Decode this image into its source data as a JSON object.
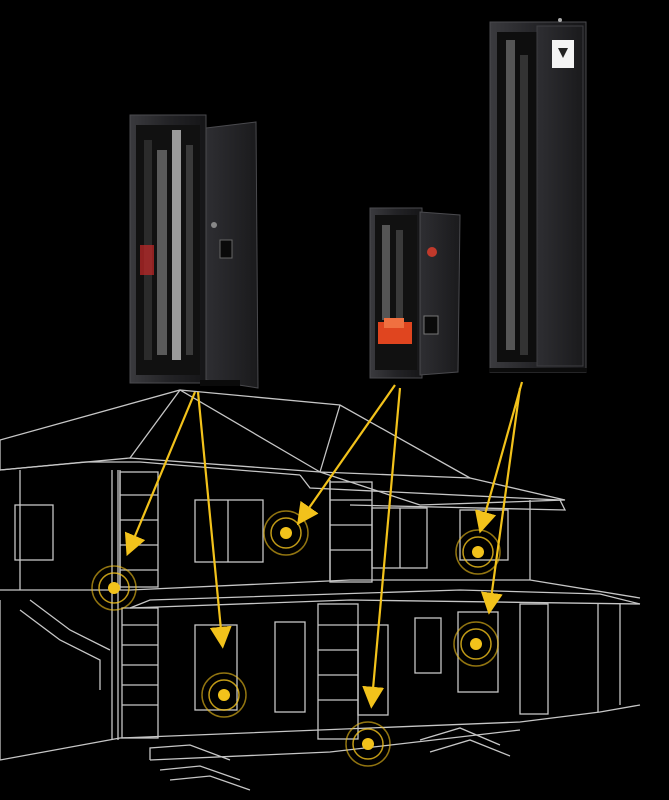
{
  "scene": {
    "subject": "gun-safes-placement-in-house",
    "colors": {
      "background": "#000000",
      "wireframe": "#e6e6e6",
      "accent": "#f2c21b",
      "safe_body": "#1c1c1e",
      "safe_door": "#2a2a2d",
      "magazine_case": "#e0451f"
    }
  },
  "safes": [
    {
      "id": "tall-safe-open",
      "icon": "gun-safe-open-icon"
    },
    {
      "id": "small-safe-open",
      "icon": "gun-safe-small-icon"
    },
    {
      "id": "slim-safe-closed",
      "icon": "gun-safe-slim-icon"
    }
  ],
  "markers": [
    {
      "id": "marker-left-wall"
    },
    {
      "id": "marker-upper-center"
    },
    {
      "id": "marker-upper-right"
    },
    {
      "id": "marker-lower-left"
    },
    {
      "id": "marker-lower-right"
    },
    {
      "id": "marker-front-ground"
    }
  ]
}
